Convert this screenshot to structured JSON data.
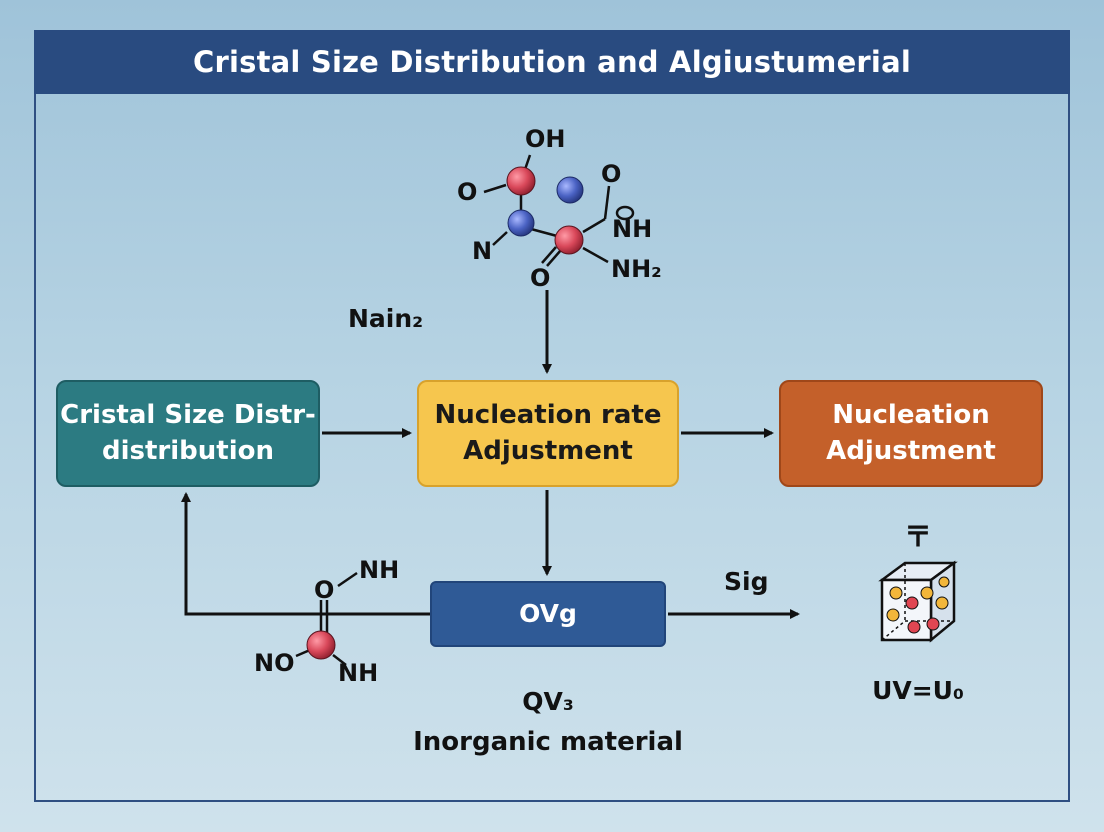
{
  "title": "Cristal Size Distribution and Algiustumerial",
  "boxes": {
    "left": {
      "line1": "Cristal Size Distr-",
      "line2": "distribution"
    },
    "center": {
      "line1": "Nucleation rate",
      "line2": "Adjustment"
    },
    "right": {
      "line1": "Nucleation",
      "line2": "Adjustment"
    },
    "ovg": "OVg"
  },
  "labels": {
    "nain": "Nain₂",
    "sig": "Sig",
    "qv3": "QV₃",
    "inorganic": "Inorganic material",
    "uv": "UV=U₀",
    "t_symbol": "〒"
  },
  "molecule_top": {
    "oh": "OH",
    "o_left": "O",
    "n": "N",
    "o_top_right": "O",
    "nh": "NH",
    "nh2": "NH₂",
    "o_bottom": "O"
  },
  "molecule_bottom": {
    "nh_top": "NH",
    "o": "O",
    "no": "NO",
    "nh_bottom": "NH"
  },
  "colors": {
    "title_bar": "#294b80",
    "left_box": "#2c7b82",
    "center_box": "#f6c64e",
    "right_box": "#c4602a",
    "ovg_box": "#2f5a96",
    "atom_red": "#d9485a",
    "atom_blue": "#4b63c4"
  }
}
